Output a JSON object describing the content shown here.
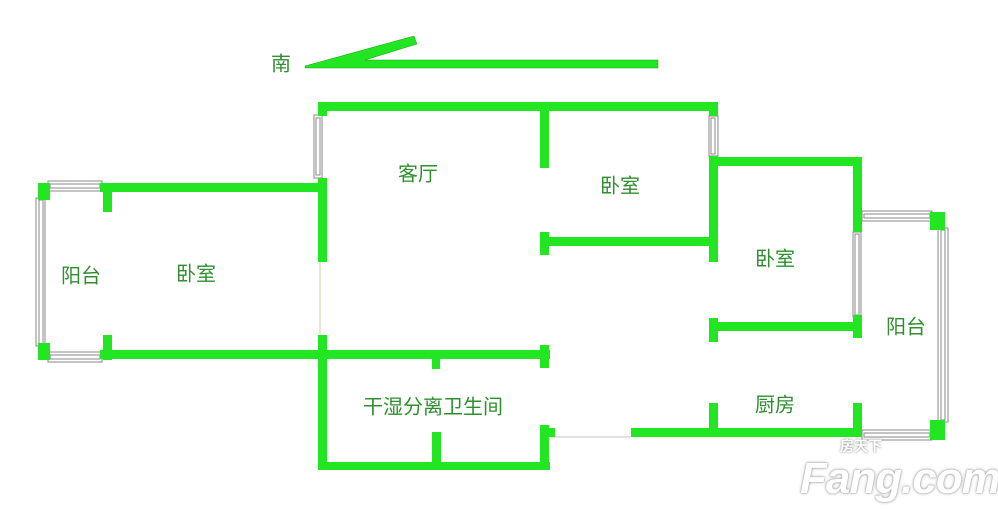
{
  "compass": {
    "direction_label": "南"
  },
  "rooms": {
    "living_room": "客厅",
    "bedroom_top": "卧室",
    "bedroom_left": "卧室",
    "balcony_left": "阳台",
    "bedroom_right": "卧室",
    "balcony_right": "阳台",
    "bathroom": "干湿分离卫生间",
    "kitchen": "厨房"
  },
  "watermark": {
    "brand": "Fang.com",
    "brand_cn": "房天下"
  },
  "colors": {
    "wall": "#22e622",
    "label": "#2f8f2f",
    "window": "#888888"
  }
}
